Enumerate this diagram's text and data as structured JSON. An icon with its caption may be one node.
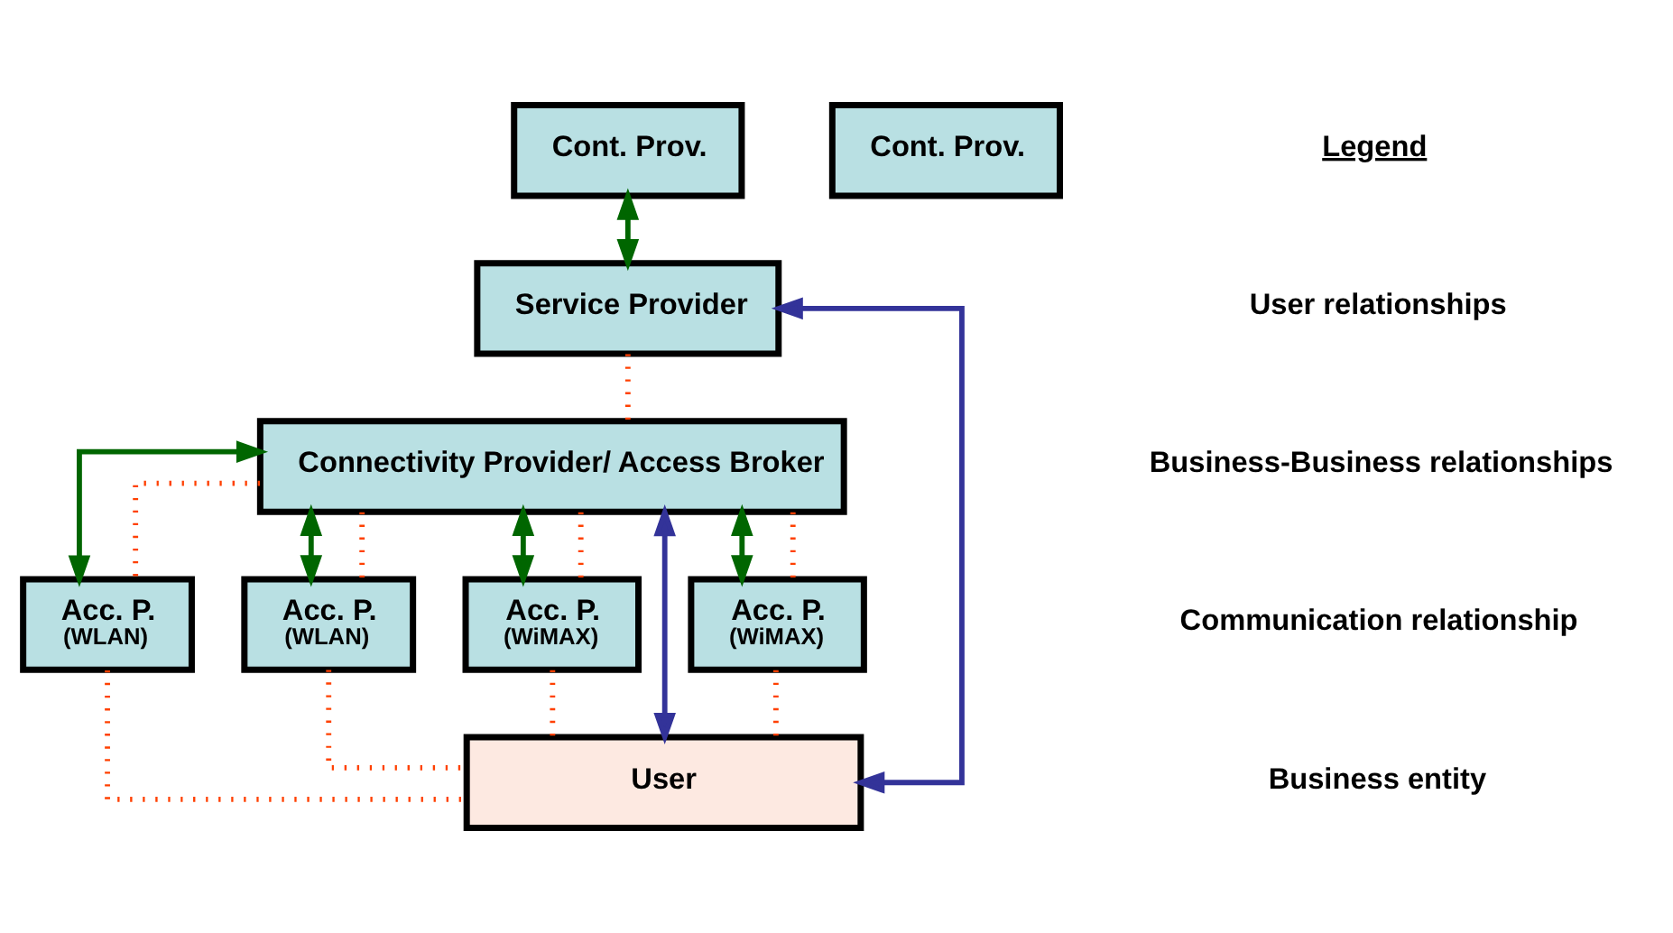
{
  "diagram": {
    "nodes": [
      {
        "text": [
          "Cont. Prov."
        ]
      },
      {
        "text": [
          "Cont. Prov."
        ]
      },
      {
        "text": [
          "Service Provider"
        ]
      },
      {
        "text": [
          "Connectivity Provider/ Access Broker"
        ]
      },
      {
        "text": [
          "Acc. P.",
          "(WLAN)"
        ]
      },
      {
        "text": [
          "Acc. P.",
          "(WLAN)"
        ]
      },
      {
        "text": [
          "Acc. P.",
          "(WiMAX)"
        ]
      },
      {
        "text": [
          "Acc. P.",
          "(WiMAX)"
        ]
      },
      {
        "text": [
          "User"
        ]
      }
    ],
    "edges": [
      {
        "from": 0,
        "to": 2,
        "arrow": "both",
        "color": "#006600"
      },
      {
        "from": 2,
        "to": 8,
        "arrow": "both",
        "color": "#333399"
      },
      {
        "from": 2,
        "to": 3,
        "arrow": "none",
        "style": "dashed"
      },
      {
        "from": 3,
        "to": 8,
        "arrow": "both",
        "color": "#333399"
      },
      {
        "from": 3,
        "to": 4,
        "arrow": "both",
        "color": "#006600"
      },
      {
        "from": 3,
        "to": 5,
        "arrow": "both",
        "color": "#006600"
      },
      {
        "from": 3,
        "to": 6,
        "arrow": "both",
        "color": "#006600"
      },
      {
        "from": 3,
        "to": 7,
        "arrow": "both",
        "color": "#006600"
      },
      {
        "from": 3,
        "to": 4,
        "arrow": "none",
        "style": "dashed"
      },
      {
        "from": 3,
        "to": 5,
        "arrow": "none",
        "style": "dashed"
      },
      {
        "from": 3,
        "to": 6,
        "arrow": "none",
        "style": "dashed"
      },
      {
        "from": 3,
        "to": 7,
        "arrow": "none",
        "style": "dashed"
      },
      {
        "from": 4,
        "to": 8,
        "arrow": "none",
        "style": "dashed"
      },
      {
        "from": 5,
        "to": 8,
        "arrow": "none",
        "style": "dashed"
      },
      {
        "from": 6,
        "to": 8,
        "arrow": "none",
        "style": "dashed"
      },
      {
        "from": 7,
        "to": 8,
        "arrow": "none",
        "style": "dashed"
      }
    ],
    "labels": [
      "Legend"
    ],
    "legend": [
      {
        "text": "User relationships"
      },
      {
        "text": "Business-Business relationships"
      },
      {
        "text": "Communication relationship"
      },
      {
        "text": "Business entity"
      }
    ]
  }
}
